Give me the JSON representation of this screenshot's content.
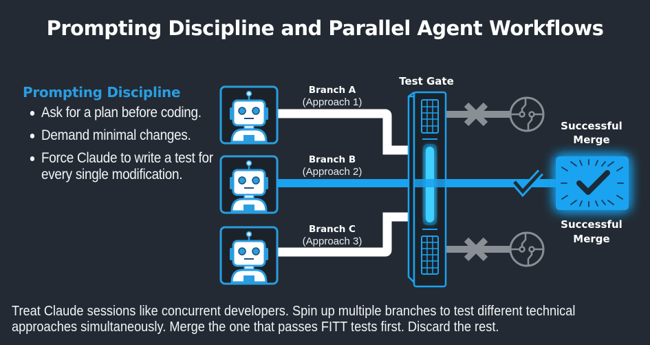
{
  "title": "Prompting Discipline and Parallel Agent Workflows",
  "prompting": {
    "heading": "Prompting Discipline",
    "bullets": [
      "Ask for a plan before coding.",
      "Demand minimal changes.",
      "Force Claude to write a test for every single modification."
    ]
  },
  "diagram": {
    "test_gate_label": "Test Gate",
    "branches": [
      {
        "name": "Branch A",
        "approach": "(Approach 1)",
        "result": "failed",
        "icon": "robot-icon"
      },
      {
        "name": "Branch B",
        "approach": "(Approach 2)",
        "result": "passed",
        "icon": "robot-icon"
      },
      {
        "name": "Branch C",
        "approach": "(Approach 3)",
        "result": "failed",
        "icon": "robot-icon"
      }
    ],
    "merge_label_top_line1": "Successful",
    "merge_label_top_line2": "Merge",
    "merge_label_bottom_line1": "Successful",
    "merge_label_bottom_line2": "Merge",
    "colors": {
      "accent": "#1aa3f0",
      "glow": "#3fd0ff",
      "failed": "#8a8f95",
      "branch_line": "#ffffff",
      "background": "#232a33"
    }
  },
  "footer": "Treat Claude sessions like concurrent developers. Spin up multiple branches to test different technical approaches simultaneously. Merge the one that passes FITT tests first. Discard the rest."
}
